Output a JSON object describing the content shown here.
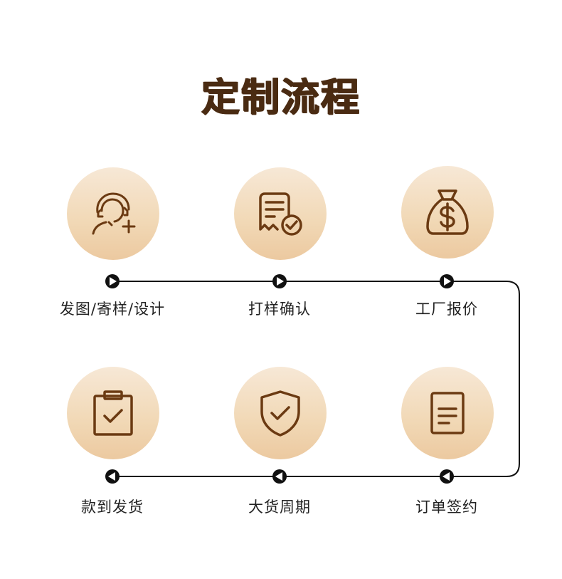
{
  "title": "定制流程",
  "steps": [
    {
      "label": "发图/寄样/设计",
      "icon": "customer-service-add-icon"
    },
    {
      "label": "打样确认",
      "icon": "document-check-icon"
    },
    {
      "label": "工厂报价",
      "icon": "money-bag-icon"
    },
    {
      "label": "订单签约",
      "icon": "contract-document-icon"
    },
    {
      "label": "大货周期",
      "icon": "shield-check-icon"
    },
    {
      "label": "款到发货",
      "icon": "clipboard-check-icon"
    }
  ],
  "colors": {
    "title": "#4a2b12",
    "icon_stroke": "#6b3a12",
    "circle_light": "#f7e8d6",
    "circle_dark": "#ecc9a0",
    "line": "#111111"
  }
}
